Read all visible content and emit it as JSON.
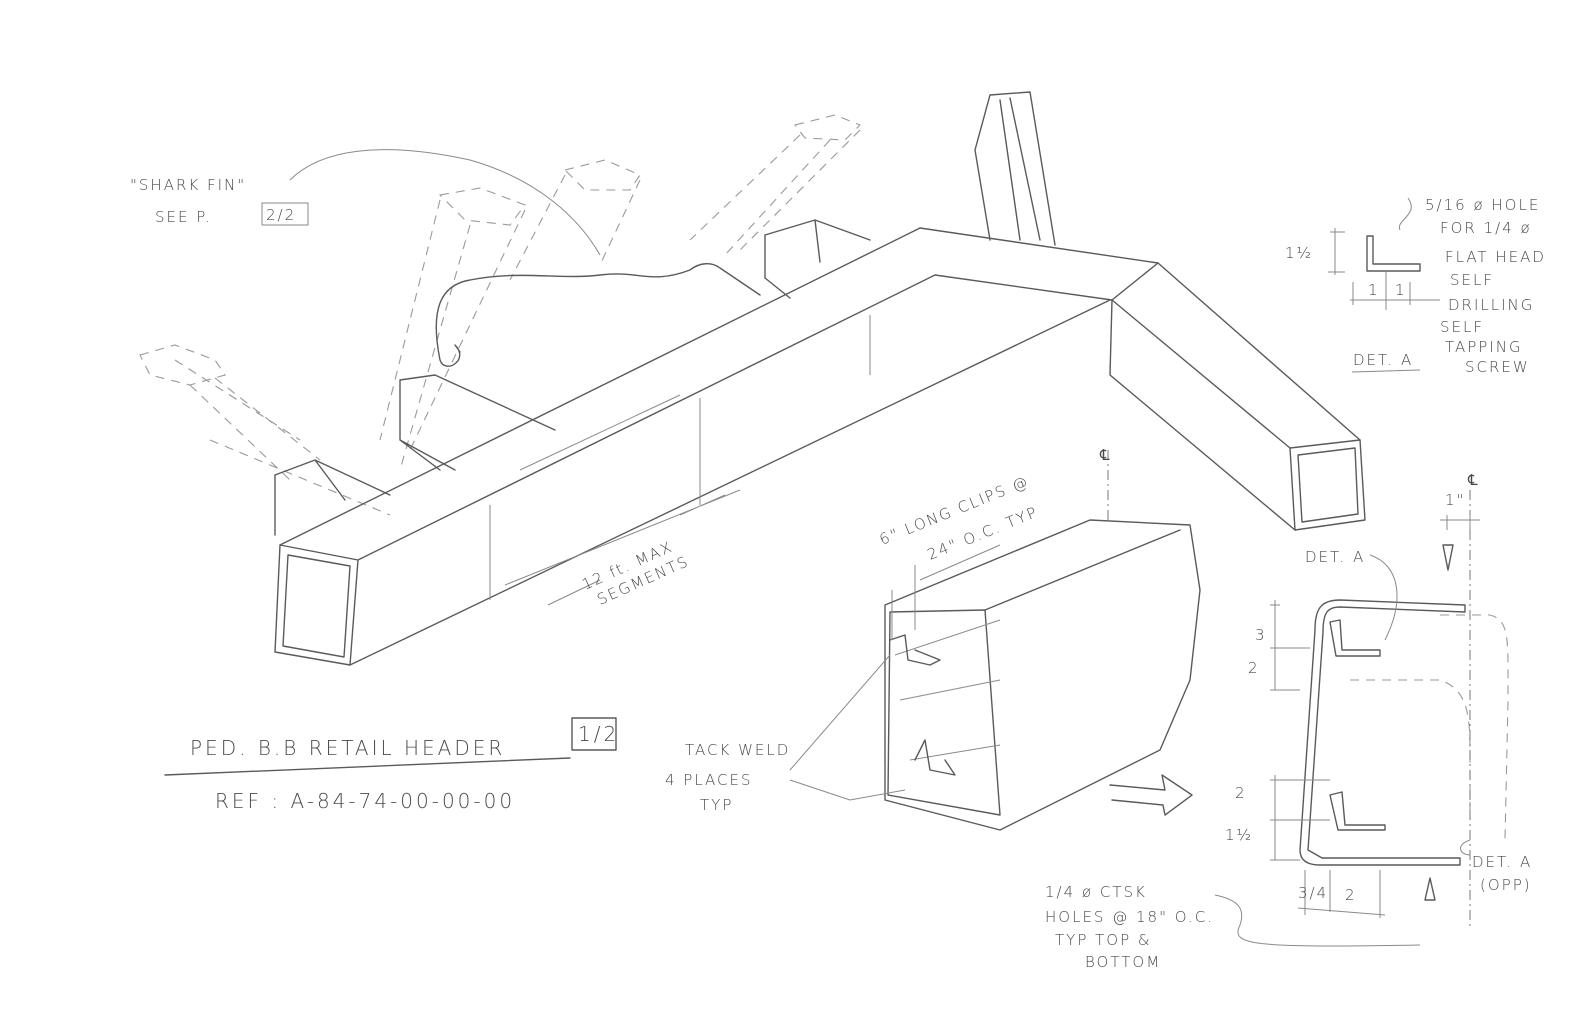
{
  "main_assembly": {
    "shark_fin_note": [
      "\"SHARK FIN\"",
      "SEE  P."
    ],
    "shark_fin_page": "2/2",
    "segment_note": [
      "12 ft. MAX",
      "SEGMENTS"
    ]
  },
  "title_block": {
    "title": "PED. B.B   RETAIL  HEADER",
    "sheet": "1/2",
    "reference": "REF :  A-84-74-00-00-00"
  },
  "detail_a": {
    "label": "DET. A",
    "height_dim": "1½",
    "width_dims": [
      "1",
      "1"
    ],
    "hole_note": [
      "5/16 ø HOLE",
      "FOR 1/4 ø",
      "FLAT HEAD",
      "SELF",
      "DRILLING",
      "SELF",
      "TAPPING",
      "SCREW"
    ]
  },
  "clip_detail": {
    "clip_note": [
      "6\" LONG CLIPS @",
      "24\" O.C. TYP"
    ],
    "weld_note": [
      "TACK WELD",
      "4 PLACES",
      "TYP"
    ],
    "centerline_symbol": "℄"
  },
  "section": {
    "det_a_top": "DET. A",
    "det_a_opp": [
      "DET. A",
      "(OPP)"
    ],
    "top_offset_dim": "1\"",
    "centerline_symbol": "℄",
    "vertical_dims": [
      "3",
      "2",
      "2",
      "1½"
    ],
    "bottom_dims": [
      "3/4",
      "2"
    ],
    "hole_note": [
      "1/4 ø CTSK",
      "HOLES @ 18\" O.C.",
      "TYP  TOP &",
      "BOTTOM"
    ]
  }
}
